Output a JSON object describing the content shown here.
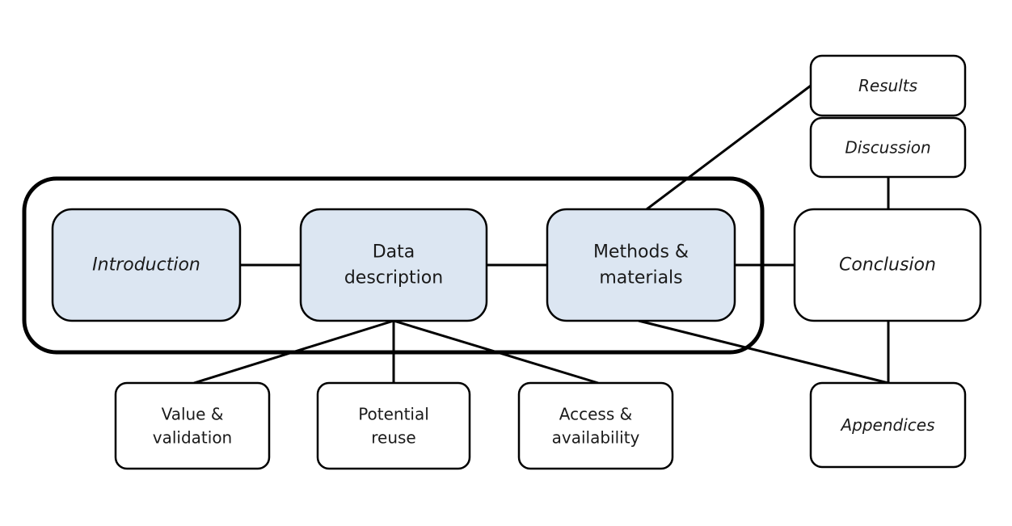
{
  "colors": {
    "core_fill": "#dce6f2",
    "plain_fill": "#ffffff",
    "stroke": "#000000"
  },
  "nodes": {
    "introduction": {
      "lines": [
        "Introduction"
      ],
      "italic": true,
      "core": true
    },
    "data_description": {
      "lines": [
        "Data",
        "description"
      ],
      "italic": false,
      "core": true
    },
    "methods_materials": {
      "lines": [
        "Methods &",
        "materials"
      ],
      "italic": false,
      "core": true
    },
    "conclusion": {
      "lines": [
        "Conclusion"
      ],
      "italic": true,
      "core": false
    },
    "results": {
      "lines": [
        "Results"
      ],
      "italic": true,
      "core": false
    },
    "discussion": {
      "lines": [
        "Discussion"
      ],
      "italic": true,
      "core": false
    },
    "appendices": {
      "lines": [
        "Appendices"
      ],
      "italic": true,
      "core": false
    },
    "value_validation": {
      "lines": [
        "Value &",
        "validation"
      ],
      "italic": false,
      "core": false
    },
    "potential_reuse": {
      "lines": [
        "Potential",
        "reuse"
      ],
      "italic": false,
      "core": false
    },
    "access_availability": {
      "lines": [
        "Access &",
        "availability"
      ],
      "italic": false,
      "core": false
    }
  },
  "edges": [
    [
      "introduction",
      "data_description"
    ],
    [
      "data_description",
      "methods_materials"
    ],
    [
      "methods_materials",
      "conclusion"
    ],
    [
      "methods_materials",
      "results"
    ],
    [
      "discussion",
      "conclusion"
    ],
    [
      "conclusion",
      "appendices"
    ],
    [
      "methods_materials",
      "appendices"
    ],
    [
      "data_description",
      "value_validation"
    ],
    [
      "data_description",
      "potential_reuse"
    ],
    [
      "data_description",
      "access_availability"
    ]
  ]
}
